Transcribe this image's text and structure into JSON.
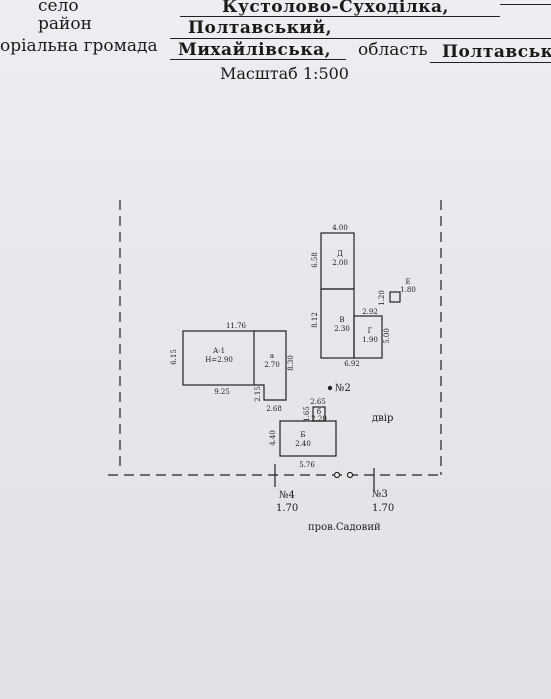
{
  "header": {
    "settlement_type": "село",
    "settlement_name": "Кустолово-Суходілка,",
    "district_label": "район",
    "district_name": "Полтавський,",
    "community_label": "оріальна громада",
    "community_name": "Михайлівська,",
    "region_label": "область",
    "region_name": "Полтавськ"
  },
  "scale": "Масштаб 1:500",
  "plan": {
    "buildings": {
      "A1": {
        "name": "А-1",
        "height": "Н=2.90",
        "dim_top": "11.76",
        "dim_left": "6.15",
        "dim_bottom": "9.25"
      },
      "a": {
        "name": "а",
        "height": "2.70",
        "dim_right": "8.30",
        "dim_step": "2.15",
        "dim_bottom": "2.68"
      },
      "D": {
        "name": "Д",
        "height": "2.00",
        "dim_top": "4.00",
        "dim_left": "6.58"
      },
      "V": {
        "name": "В",
        "height": "2.30",
        "dim_left": "8.12"
      },
      "G": {
        "name": "Г",
        "height": "1.90",
        "dim_top": "2.92",
        "dim_right": "5.00",
        "dim_bottom": "6.92"
      },
      "E": {
        "name": "Е",
        "height": "1.80",
        "dim_left": "1.20"
      },
      "B": {
        "name": "Б",
        "height": "2.40",
        "dim_left": "4.40",
        "dim_bottom": "5.76"
      },
      "b": {
        "name": "б",
        "height": "2.20",
        "dim_top": "2.65",
        "dim_left": "1.65"
      }
    },
    "marker_2": "№2",
    "yard_label": "двір",
    "gate_4": {
      "label": "№4",
      "value": "1.70"
    },
    "gate_3": {
      "label": "№3",
      "value": "1.70"
    },
    "street": "пров.Садовий"
  }
}
